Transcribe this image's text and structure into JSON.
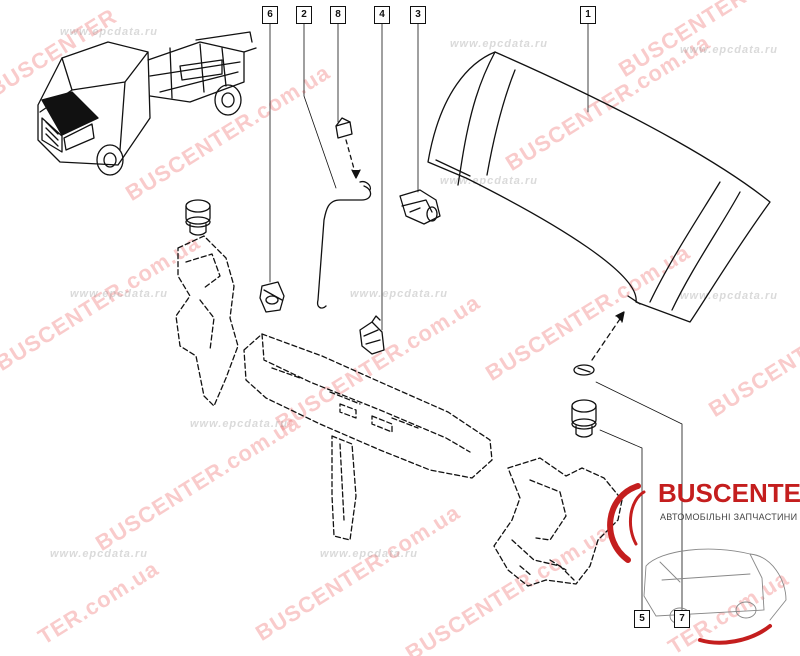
{
  "callouts": [
    {
      "id": "1",
      "label": "1"
    },
    {
      "id": "2",
      "label": "2"
    },
    {
      "id": "3",
      "label": "3"
    },
    {
      "id": "4",
      "label": "4"
    },
    {
      "id": "5",
      "label": "5"
    },
    {
      "id": "6",
      "label": "6"
    },
    {
      "id": "7",
      "label": "7"
    },
    {
      "id": "8",
      "label": "8"
    }
  ],
  "watermarks": {
    "site_url": "www.epcdata.ru",
    "brand_text": "BUSCENTER.com.ua",
    "brand_fragment_left": "BUSCENTER",
    "brand_fragment_center": "TER.com.ua"
  },
  "brand": {
    "name": "BUSCENTER",
    "subtitle": "АВТОМОБІЛЬНІ ЗАПЧАСТИНИ",
    "color": "#c41e1e"
  },
  "colors": {
    "line": "#111111",
    "watermark_red": "#e84646",
    "watermark_gray": "#969696"
  }
}
